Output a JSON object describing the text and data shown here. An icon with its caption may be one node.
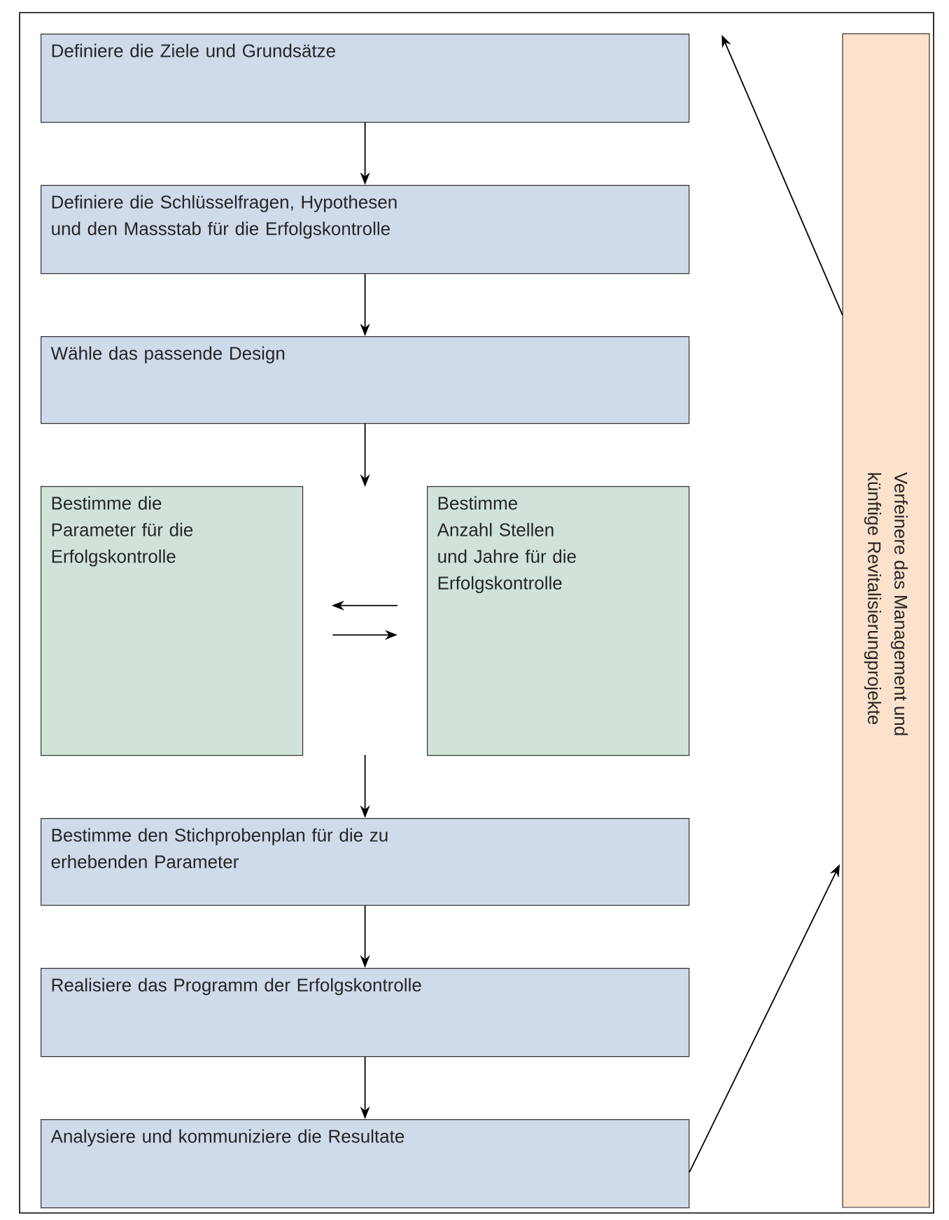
{
  "diagram": {
    "nodes": [
      {
        "text": [
          "Definiere die Ziele und Grundsätze"
        ]
      },
      {
        "text": [
          "Definiere die Schlüsselfragen, Hypothesen und den Massstab für die Erfolgskontrolle"
        ]
      },
      {
        "text": [
          "Wähle das passende Design"
        ]
      },
      {
        "text": [
          "Bestimme die Parameter für die Erfolgskontrolle"
        ]
      },
      {
        "text": [
          "Bestimme Anzahl Stellen und Jahre für die Erfolgskontrolle"
        ]
      },
      {
        "text": [
          "Bestimme den Stichprobenplan für die zu erhebenden Parameter"
        ]
      },
      {
        "text": [
          "Realisiere das Programm der Erfolgskontrolle"
        ]
      },
      {
        "text": [
          "Analysiere und kommuniziere die Resultate"
        ]
      },
      {
        "text": [
          "Verfeinere das Management und künftige Revitalisierungprojekte"
        ]
      }
    ],
    "edges": [
      {
        "from": 0,
        "to": 1,
        "arrow": "to"
      },
      {
        "from": 1,
        "to": 2,
        "arrow": "to"
      },
      {
        "from": 2,
        "to": null,
        "arrow": "to"
      },
      {
        "from": 4,
        "to": 3,
        "arrow": "to"
      },
      {
        "from": 3,
        "to": 4,
        "arrow": "to"
      },
      {
        "from": null,
        "to": 5,
        "arrow": "to"
      },
      {
        "from": 5,
        "to": 6,
        "arrow": "to"
      },
      {
        "from": 6,
        "to": 7,
        "arrow": "to"
      },
      {
        "from": 7,
        "to": 8,
        "arrow": "to"
      },
      {
        "from": 8,
        "to": 0,
        "arrow": "to"
      }
    ]
  }
}
